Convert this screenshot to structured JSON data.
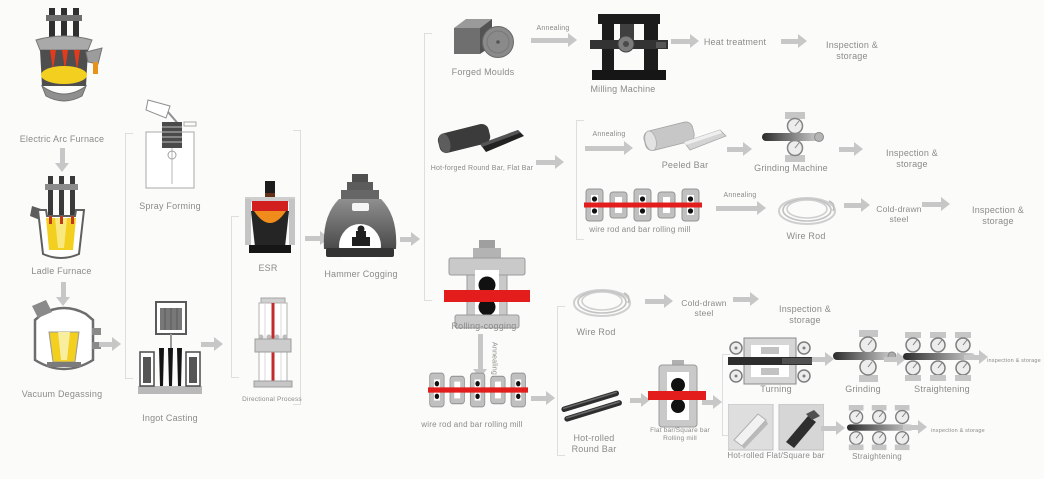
{
  "palette": {
    "background": "#fbfbf9",
    "label_text": "#8b8b8b",
    "arrow_gray": "#c7c7c7",
    "bracket_gray": "#dedede",
    "mill_red": "#e31c1c",
    "molten_yellow": "#f3cf1f",
    "molten_orange": "#f08c1b",
    "flame_red": "#e23b1c",
    "dark_steel": "#2e2e2e",
    "machine_gray": "#c9c9c9"
  },
  "labels": {
    "eaf": "Electric Arc Furnace",
    "ladle": "Ladle Furnace",
    "vacuum": "Vacuum Degassing",
    "spray": "Spray Forming",
    "ingot": "Ingot Casting",
    "esr": "ESR",
    "directional": "Directional Process",
    "hammer": "Hammer Cogging",
    "forged_moulds": "Forged Moulds",
    "annealing": "Annealing",
    "milling": "Milling Machine",
    "heat_treatment": "Heat treatment",
    "inspection": "Inspection & storage",
    "inspection_small": "inspection & storage",
    "hot_forged": "Hot-forged Round Bar,  Flat Bar",
    "peeled": "Peeled Bar",
    "grinding_machine": "Grinding Machine",
    "wire_mill": "wire rod and bar rolling mill",
    "wire_rod": "Wire Rod",
    "cold_drawn": "Cold-drawn steel",
    "rolling_cogging": "Rolling-cogging",
    "hot_rolled_round": "Hot-rolled Round Bar",
    "flat_square_mill": "Flat bar/Square bar Rolling mill",
    "turning": "Turning",
    "grinding": "Grinding",
    "straightening": "Straightening",
    "hot_rolled_flat": "Hot-rolled Flat/Square bar"
  },
  "icons": {
    "electric-arc-furnace-icon": "furnace vessel with three electrodes and molten pool",
    "ladle-furnace-icon": "ladle cup with electrodes and yellow melt",
    "vacuum-degassing-icon": "round degassing vessel with yellow melt",
    "spray-forming-icon": "line-art spray forming chamber",
    "ingot-casting-icon": "tundish pouring into ingot moulds",
    "esr-icon": "electroslag remelting vessel with orange dome",
    "directional-process-icon": "tall column with red center line",
    "hammer-cogging-icon": "dark forging press arch",
    "forged-moulds-icon": "steel cube and disc",
    "milling-machine-icon": "dark milling frame with spindle",
    "hot-forged-bars-icon": "dark round bar and flat bar",
    "peeled-bar-icon": "bright round bar and flat bar",
    "grinding-machine-icon": "bar between two grinding rollers",
    "wire-rod-mill-icon": "rolling mill stands with red stock line",
    "wire-rod-coil-icon": "coiled wire rod",
    "rolling-cogging-icon": "cogging mill stand with red stock band",
    "flat-square-mill-icon": "small mill stand with red stock band",
    "hot-rolled-round-bar-icon": "two dark round bars",
    "turning-icon": "turning machine box with guide rollers",
    "grinding-icon": "bar between grinding rollers",
    "straightening-icon": "bar between three roller pairs",
    "flat-square-bar-photos-icon": "photos of flat and angle bar",
    "flow-arrow": "gray block arrow",
    "branch-bracket": "thin gray grouping bracket"
  }
}
